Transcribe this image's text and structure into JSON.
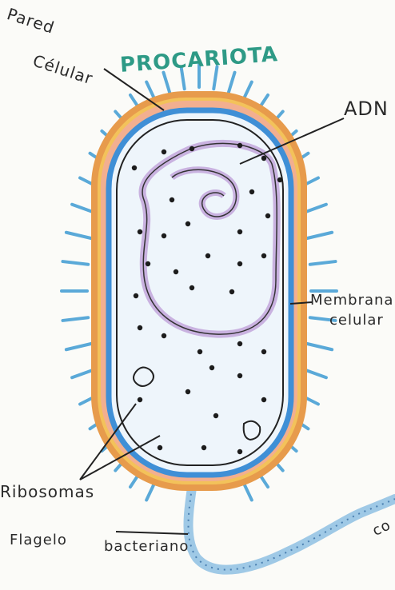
{
  "title": "PROCARIOTA",
  "labels": {
    "pared": "Pared",
    "celular": "Célular",
    "adn": "ADN",
    "membrana": "Membrana",
    "celular2": "celular",
    "ribosomas": "Ribosomas",
    "flagelo": "Flagelo",
    "bacteriano": "bacteriano",
    "cola": "co"
  },
  "colors": {
    "cell_wall_outer": "#e79b4c",
    "cell_wall_pink": "#e88a8a",
    "membrane_blue": "#3f8fd6",
    "cytoplasm": "#eef5fb",
    "dna": "#c9b2e0",
    "title": "#2e9a86",
    "pili": "#5aa9d8"
  }
}
